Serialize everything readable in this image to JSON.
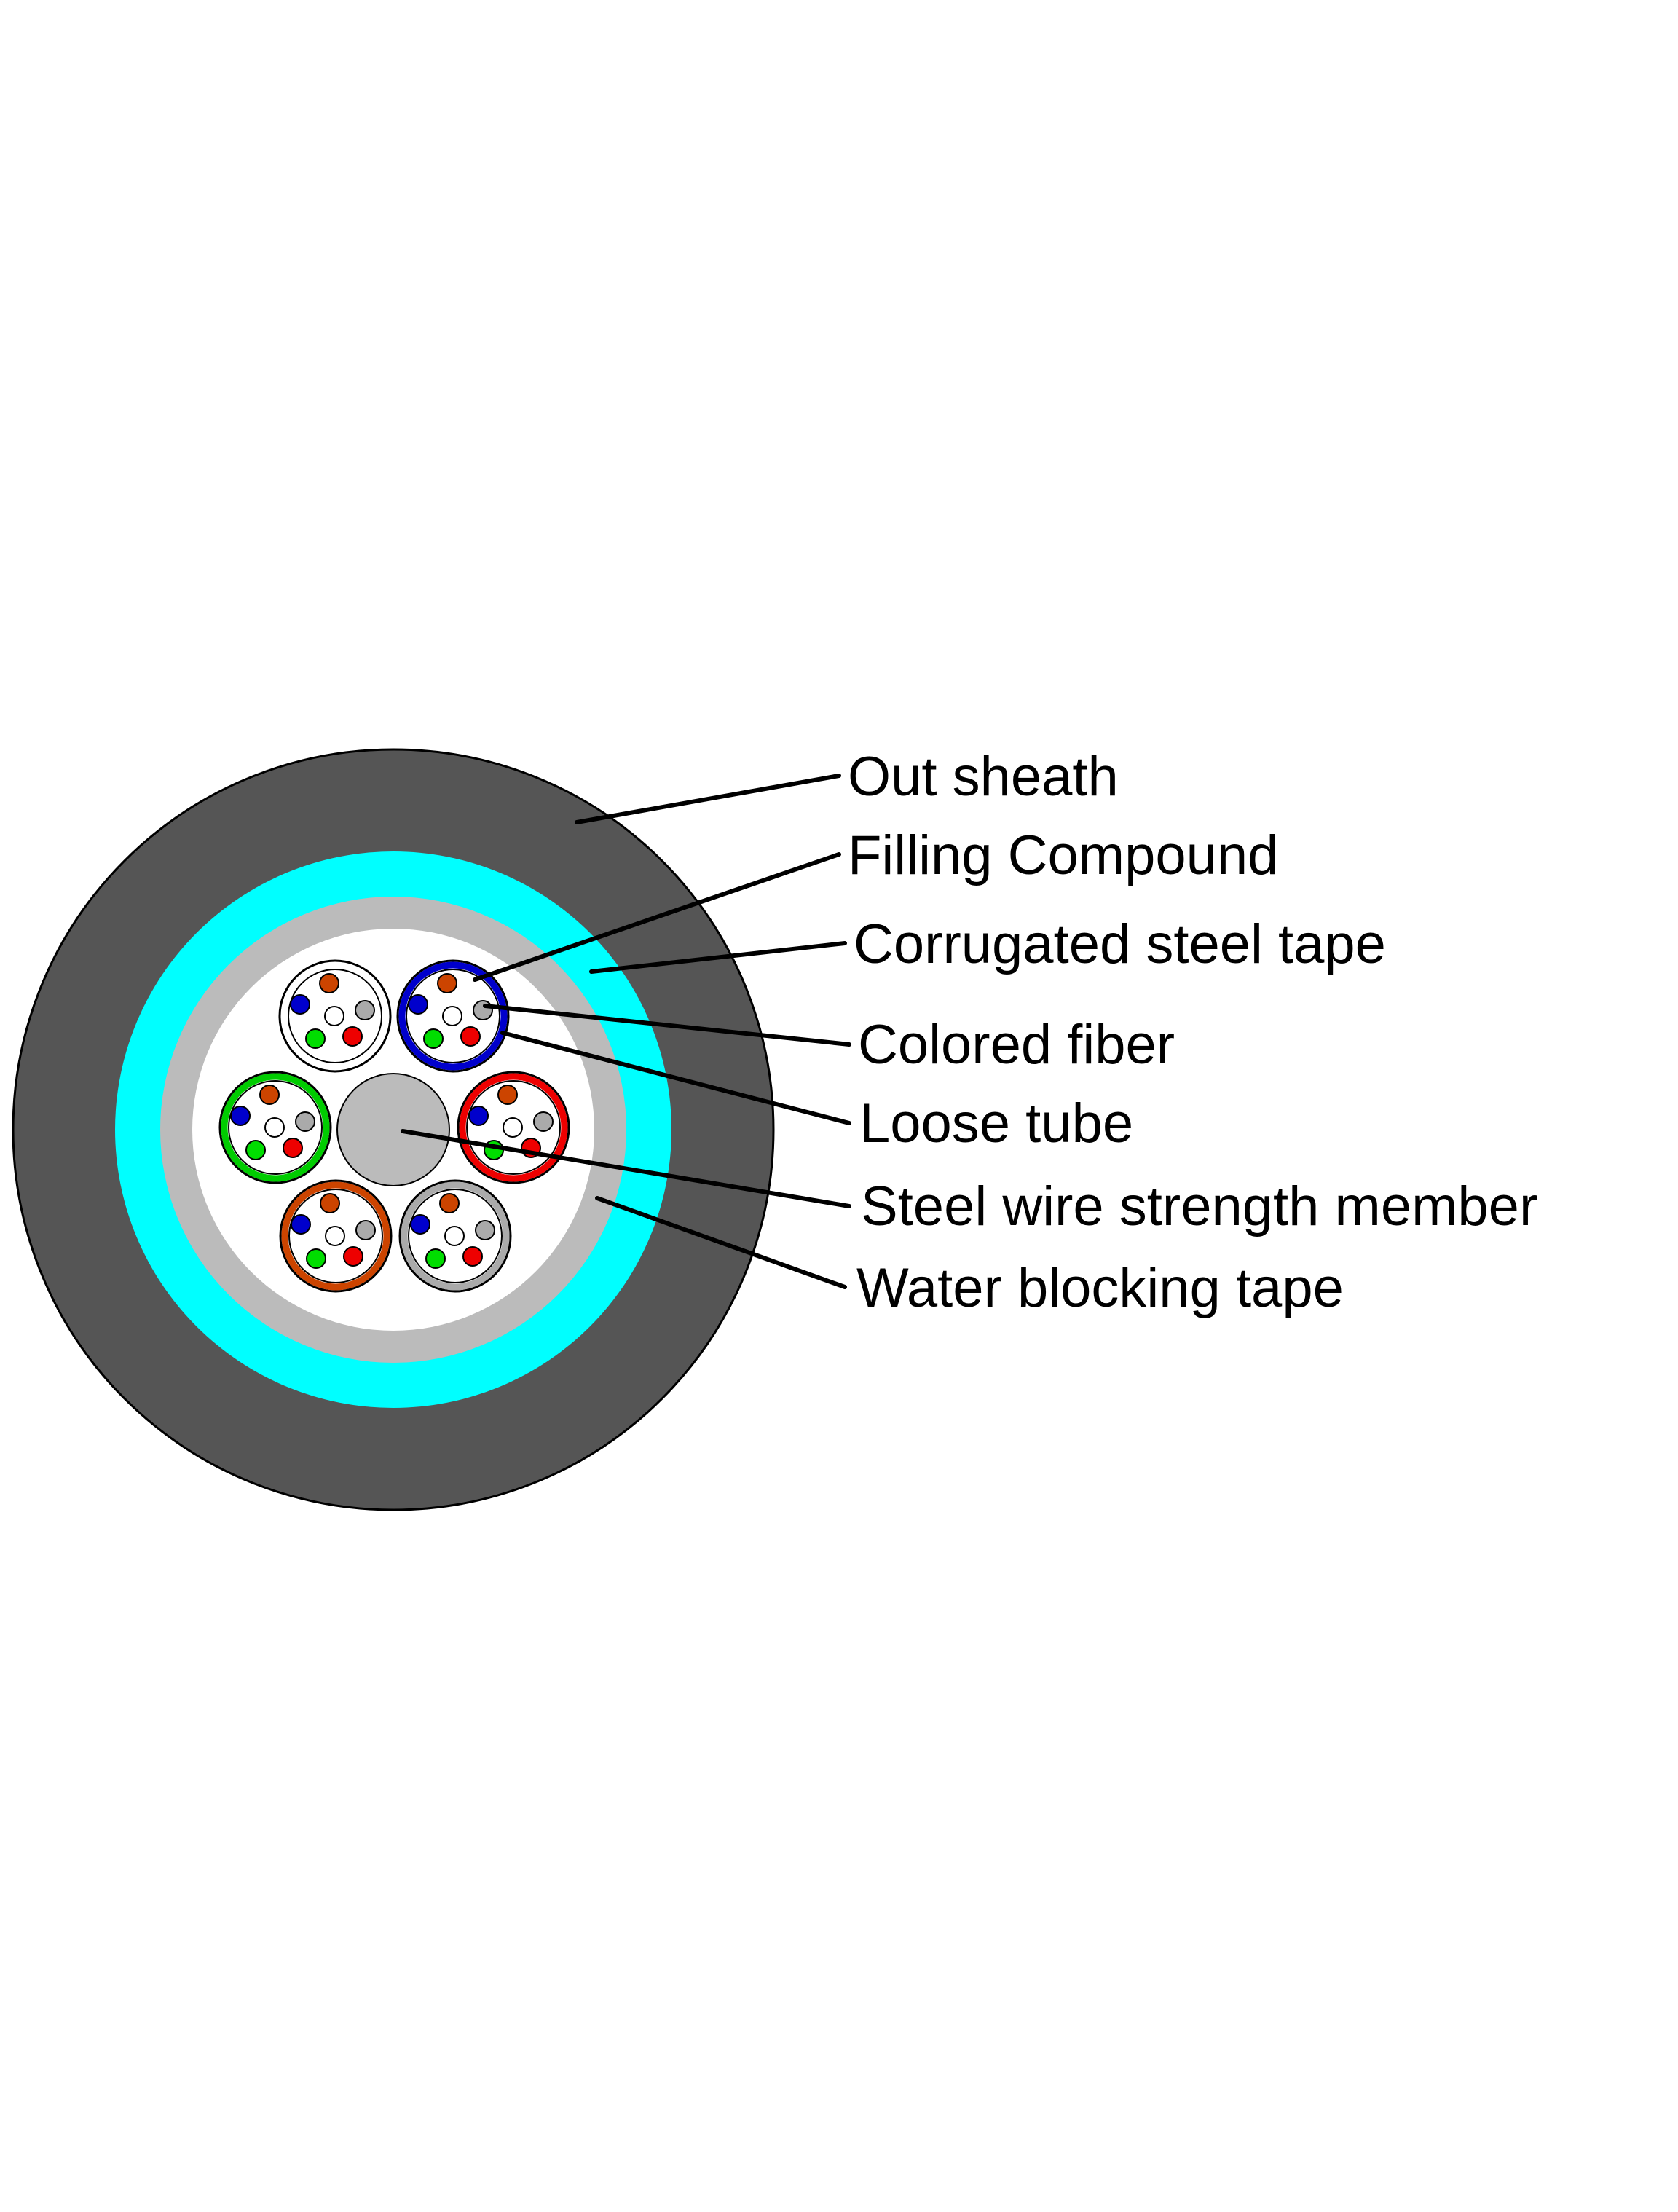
{
  "labels": {
    "out_sheath": "Out sheath",
    "filling_compound": "Filling Compound",
    "corrugated_steel_tape": "Corrugated steel tape",
    "colored_fiber": "Colored fiber",
    "loose_tube": "Loose tube",
    "steel_wire_strength_member": "Steel wire strength member",
    "water_blocking_tape": "Water blocking tape"
  },
  "colors": {
    "out_sheath": "#555555",
    "water_blocking_tape": "#00ffff",
    "corrugated_steel_tape": "#bbbbbb",
    "filling_compound": "#ffffff",
    "strength_member": "#bbbbbb",
    "fiber_blue": "#0000cc",
    "fiber_orange": "#cc4400",
    "fiber_white": "#ffffff",
    "fiber_gray": "#aaaaaa",
    "fiber_green": "#00dd00",
    "fiber_red": "#ee0000"
  },
  "loose_tubes": [
    {
      "ring_color": "#ffffff",
      "ring_outline": "#000000"
    },
    {
      "ring_color": "#0000cc",
      "ring_outline": "#000000"
    },
    {
      "ring_color": "#00cc00",
      "ring_outline": "#000000"
    },
    {
      "ring_color": "#ee0000",
      "ring_outline": "#000000"
    },
    {
      "ring_color": "#cc4400",
      "ring_outline": "#000000"
    },
    {
      "ring_color": "#aaaaaa",
      "ring_outline": "#000000"
    }
  ]
}
